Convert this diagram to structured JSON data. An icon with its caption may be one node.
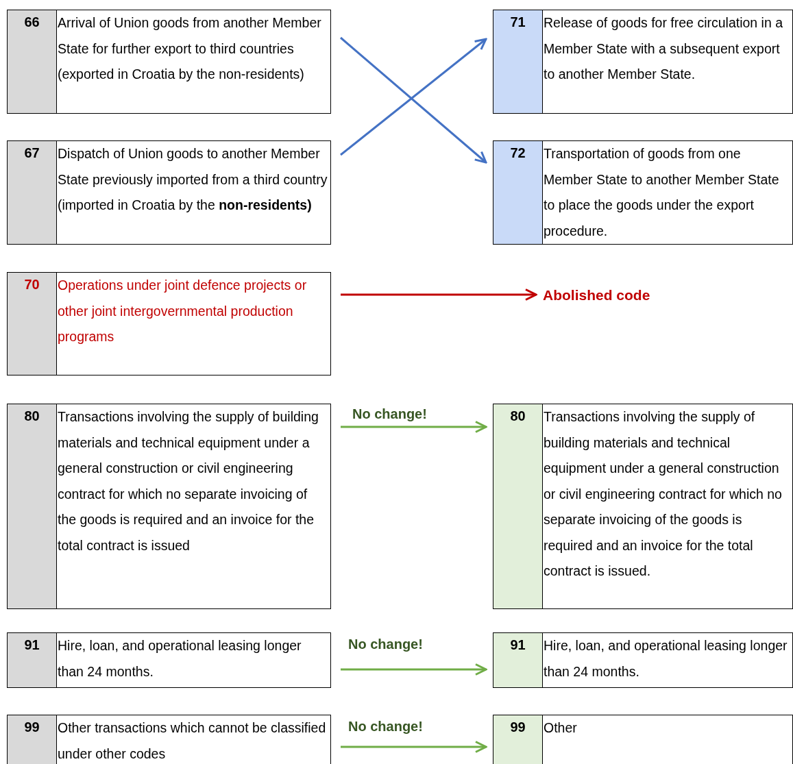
{
  "diagram": {
    "nodes": [
      {
        "text": [
          "66",
          "Arrival of Union goods from another Member State for further export to third countries (exported in Croatia by the non-residents)"
        ]
      },
      {
        "text": [
          "67",
          "Dispatch of Union goods to another Member State previously imported from a third country (imported in Croatia by the **non-residents)**"
        ]
      },
      {
        "text": [
          "71",
          "Release of goods for free circulation in a Member State with a subsequent export to another Member State."
        ]
      },
      {
        "text": [
          "72",
          "Transportation of goods from one Member State to another Member State to place the goods under the export procedure."
        ]
      },
      {
        "text": [
          "70",
          "Operations under joint defence projects or other joint intergovernmental production programs"
        ]
      },
      {
        "text": [
          "Abolished code"
        ]
      },
      {
        "text": [
          "80",
          "Transactions involving the supply of building materials and technical equipment under a general construction or civil engineering contract for which no separate invoicing of the goods is required and an invoice for the total contract is issued"
        ]
      },
      {
        "text": [
          "80",
          "Transactions involving the supply of building materials and technical equipment under a general construction or civil engineering contract for which no separate invoicing of the goods is required and an invoice for the total contract is issued."
        ]
      },
      {
        "text": [
          "91",
          "Hire, loan, and operational leasing longer than 24 months."
        ]
      },
      {
        "text": [
          "91",
          "Hire, loan, and operational leasing longer than 24 months."
        ]
      },
      {
        "text": [
          "99",
          "Other transactions which cannot be classified under other codes"
        ]
      },
      {
        "text": [
          "99",
          "Other"
        ]
      }
    ],
    "edges": [
      {
        "from": 0,
        "to": 3,
        "arrow": "to",
        "color": "#4472c4"
      },
      {
        "from": 1,
        "to": 2,
        "arrow": "to",
        "color": "#4472c4"
      },
      {
        "from": 4,
        "to": 5,
        "arrow": "to",
        "color": "#c00000"
      },
      {
        "from": 6,
        "to": 7,
        "arrow": "to",
        "label": "No change!",
        "color": "#70ad47"
      },
      {
        "from": 8,
        "to": 9,
        "arrow": "to",
        "label": "No change!",
        "color": "#70ad47"
      },
      {
        "from": 10,
        "to": 11,
        "arrow": "to",
        "label": "No change!",
        "color": "#70ad47"
      }
    ]
  }
}
